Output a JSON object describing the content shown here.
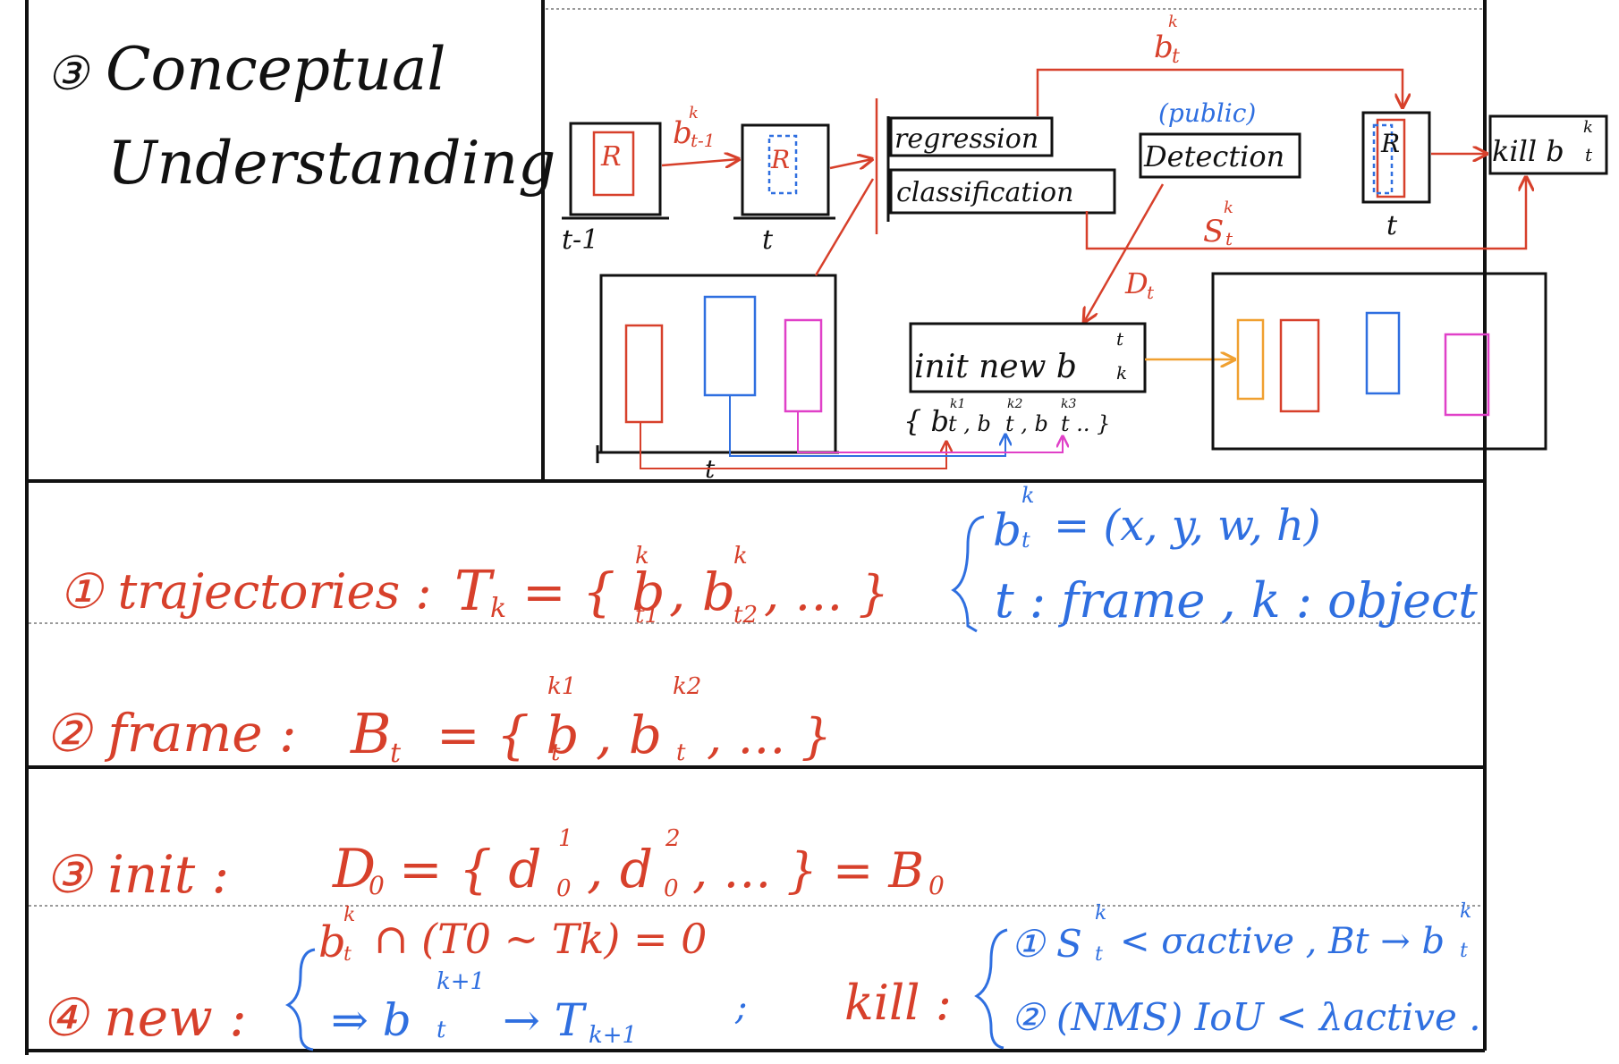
{
  "title": {
    "number": "③",
    "line1": "Conceptual",
    "line2": "Understanding"
  },
  "diagram": {
    "frame_prev_label": "t-1",
    "frame_cur_label": "t",
    "frame_out_label": "t",
    "arrow_prev": "b",
    "arrow_prev_sup": "k",
    "arrow_prev_sub": "t-1",
    "arrow_top": "b",
    "arrow_top_sup": "k",
    "arrow_top_sub": "t",
    "regression": "regression",
    "classification": "classification",
    "public": "(public)",
    "detection": "Detection",
    "kill": "kill b",
    "kill_sup": "k",
    "kill_sub": "t",
    "score": "S",
    "score_sup": "k",
    "score_sub": "t",
    "dt": "D",
    "dt_sub": "t",
    "init_new": "init new b",
    "init_new_sup": "t",
    "init_new_sub": "k",
    "set_text": "{ b",
    "set_sup1": "k1",
    "set_sup2": "k2",
    "set_sup3": "k3",
    "set_body": "t , b",
    "set_body2": "t , b",
    "set_end": "t  .. }",
    "bottom_frame_label": "t"
  },
  "notes": {
    "n1_label": "① trajectories :",
    "n1_formula": "T",
    "n1_formula_sub": "k",
    "n1_rest": "= { b",
    "n1_sup1": "k",
    "n1_sub1": "t1",
    "n1_mid": ", b",
    "n1_sup2": "k",
    "n1_sub2": "t2",
    "n1_end": ", … }",
    "n1_def_b": "b",
    "n1_def_sup": "k",
    "n1_def_sub": "t",
    "n1_def": "= (x, y, w, h)",
    "n1_def2": "t : frame , k : object",
    "n2_label": "② frame :",
    "n2_formula": "B",
    "n2_formula_sub": "t",
    "n2_rest": "= { b",
    "n2_sup1": "k1",
    "n2_sub1": "t",
    "n2_mid": ", b",
    "n2_sup2": "k2",
    "n2_sub2": "t",
    "n2_end": ", … }",
    "n3_label": "③ init :",
    "n3_formula": "D",
    "n3_formula_sub": "0",
    "n3_rest": "= { d",
    "n3_sup1": "1",
    "n3_sub1": "0",
    "n3_mid": ", d",
    "n3_sup2": "2",
    "n3_sub2": "0",
    "n3_end": ", … } = B",
    "n3_end_sub": "0",
    "n4_label": "④ new :",
    "n4_line1_b": "b",
    "n4_line1_sup": "k",
    "n4_line1_sub": "t",
    "n4_line1": "∩ (T0 ~ Tk) = 0",
    "n4_line2": "⇒ b",
    "n4_line2_sup": "k+1",
    "n4_line2_sub": "t",
    "n4_line2_end": "→ T",
    "n4_line2_end_sub": "k+1",
    "n4_sep": ";",
    "kill_label": "kill :",
    "kill1": "① S",
    "kill1_sup": "k",
    "kill1_sub": "t",
    "kill1_rest": "< σactive , Bt → b",
    "kill1_sup2": "k",
    "kill1_sub2": "t",
    "kill2": "② (NMS) IoU < λactive ."
  },
  "colors": {
    "ink": "#111111",
    "red": "#d7402b",
    "blue": "#2f6fe0",
    "magenta": "#e040c8",
    "orange": "#f0a030"
  }
}
